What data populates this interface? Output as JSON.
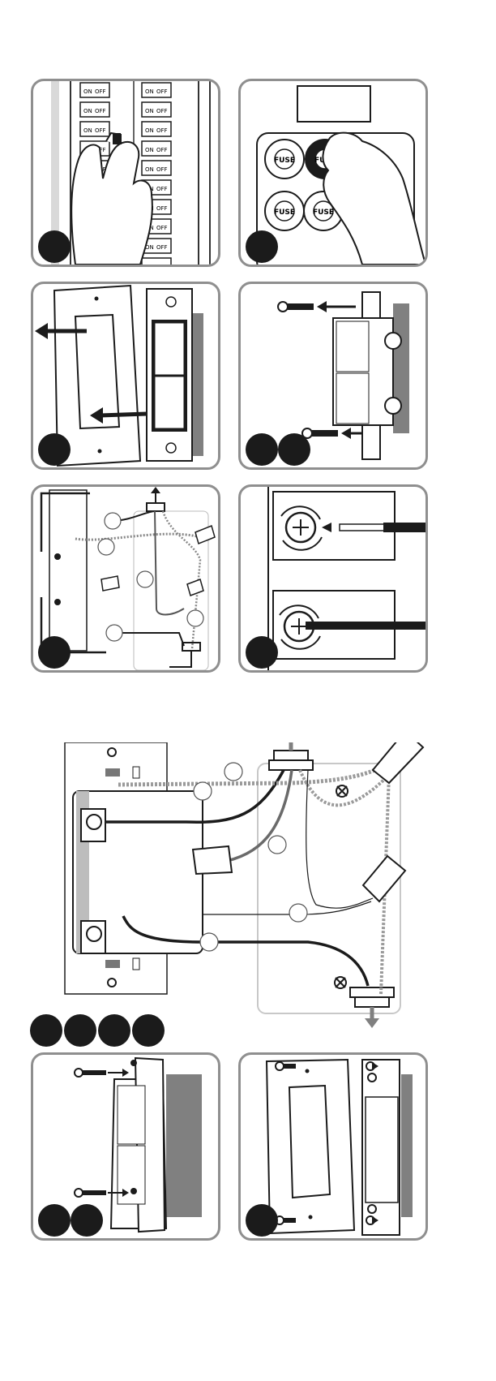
{
  "colors": {
    "frame_border": "#8f8f8f",
    "ink": "#1b1b1b",
    "shadow_gray": "#808080",
    "light_gray": "#c8c8c8"
  },
  "breaker_panel": {
    "on_label": "ON",
    "off_label": "OFF"
  },
  "fuse_box": {
    "fuse_label": "FUSE"
  },
  "steps": [
    {
      "id": "step-shutoff-breaker",
      "badges": 1
    },
    {
      "id": "step-remove-fuse",
      "badges": 1
    },
    {
      "id": "step-remove-wallplate",
      "badges": 1
    },
    {
      "id": "step-remove-screws",
      "badges": 2
    },
    {
      "id": "step-wiring-overview",
      "badges": 1
    },
    {
      "id": "step-terminal-screws",
      "badges": 1
    },
    {
      "id": "step-wiring-detail",
      "badges": 4
    },
    {
      "id": "step-mount-switch",
      "badges": 2
    },
    {
      "id": "step-attach-wallplate",
      "badges": 1
    }
  ]
}
